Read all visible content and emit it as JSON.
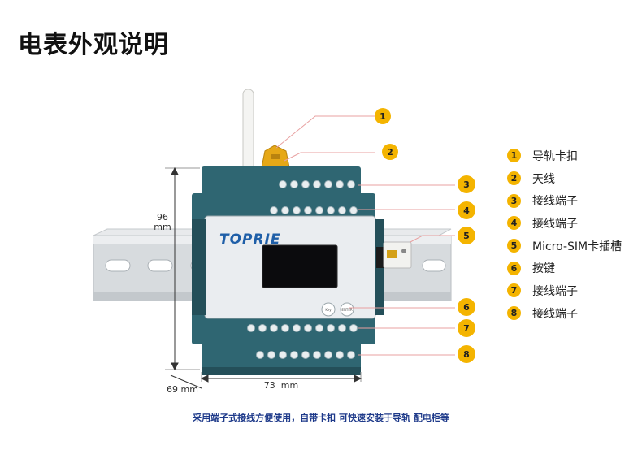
{
  "title": "电表外观说明",
  "colors": {
    "accent": "#f4b400",
    "device_body": "#2f6672",
    "device_body_dark": "#244f59",
    "panel": "#eaedf0",
    "caption": "#1e3a8a",
    "rail": "#d8dcdf",
    "clip": "#e6a817"
  },
  "device": {
    "brand": "TOPRIE",
    "button_left": "Key",
    "button_right": "ENTER"
  },
  "dimensions": {
    "height_value": "96",
    "height_unit": "mm",
    "width": "73  mm",
    "depth": "69 mm"
  },
  "legend": [
    {
      "num": "1",
      "label": "导轨卡扣"
    },
    {
      "num": "2",
      "label": "天线"
    },
    {
      "num": "3",
      "label": "接线端子"
    },
    {
      "num": "4",
      "label": "接线端子"
    },
    {
      "num": "5",
      "label": "Micro-SIM卡插槽"
    },
    {
      "num": "6",
      "label": "按键"
    },
    {
      "num": "7",
      "label": "接线端子"
    },
    {
      "num": "8",
      "label": "接线端子"
    }
  ],
  "caption": "采用端子式接线方便使用，自带卡扣 可快速安装于导轨 配电柜等"
}
